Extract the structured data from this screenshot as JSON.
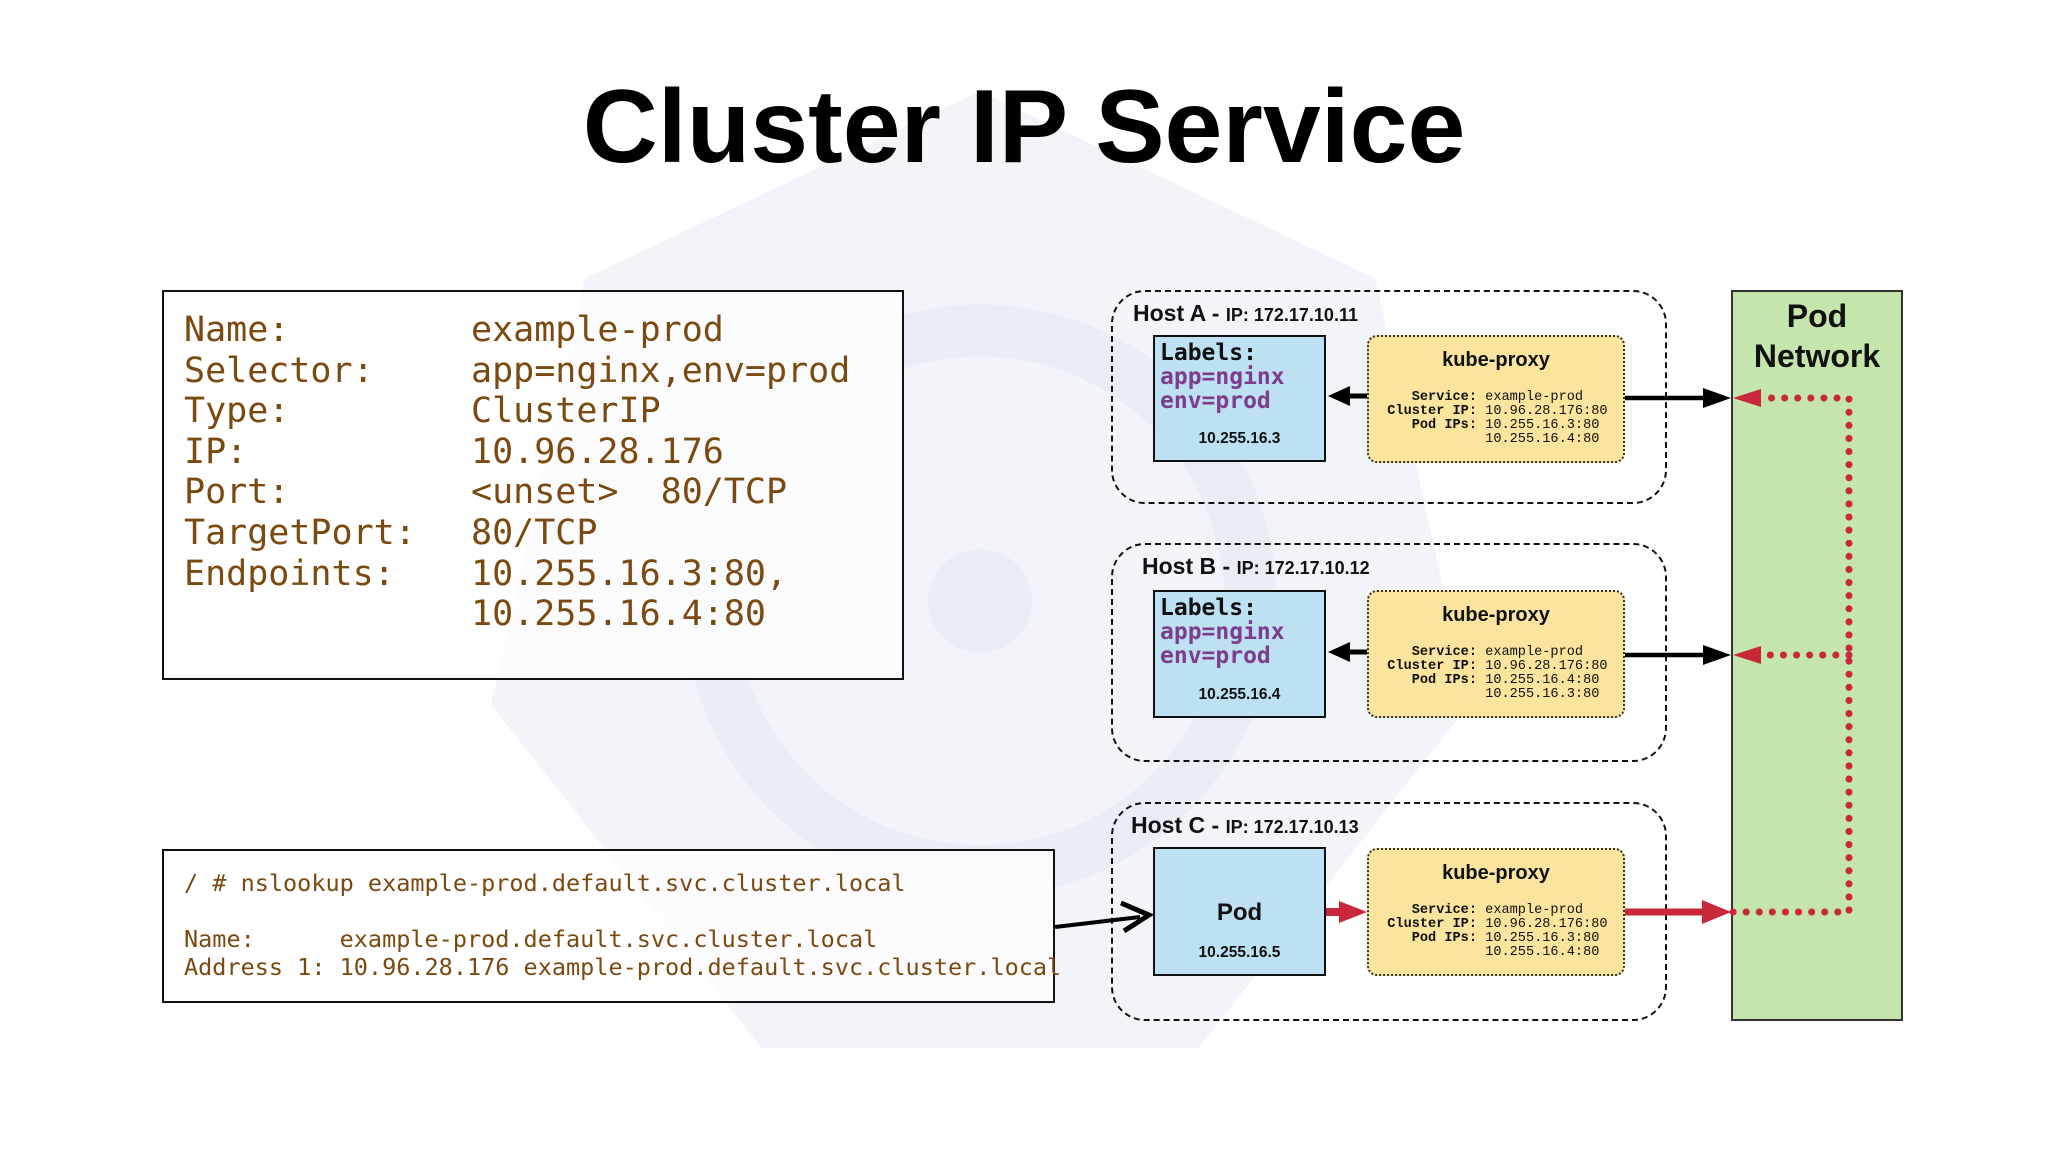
{
  "title": "Cluster IP Service",
  "service_describe": {
    "rows": [
      {
        "key": "Name:",
        "value": "example-prod"
      },
      {
        "key": "Selector:",
        "value": "app=nginx,env=prod"
      },
      {
        "key": "Type:",
        "value": "ClusterIP"
      },
      {
        "key": "IP:",
        "value": "10.96.28.176"
      },
      {
        "key": "Port:",
        "value": "<unset>  80/TCP"
      },
      {
        "key": "TargetPort:",
        "value": "80/TCP"
      },
      {
        "key": "Endpoints:",
        "value": "10.255.16.3:80,"
      },
      {
        "key": "",
        "value": "10.255.16.4:80"
      }
    ]
  },
  "nslookup": {
    "command": "/ # nslookup example-prod.default.svc.cluster.local",
    "name_line": "Name:      example-prod.default.svc.cluster.local",
    "address_line": "Address 1: 10.96.28.176 example-prod.default.svc.cluster.local"
  },
  "hosts": [
    {
      "name": "Host A",
      "sep": " - ",
      "ip_label": "IP: 172.17.10.11",
      "pod": {
        "labels_title": "Labels:",
        "label1": "app=nginx",
        "label2": "env=prod",
        "ip": "10.255.16.3"
      },
      "proxy": {
        "title": "kube-proxy",
        "service_key": "Service:",
        "service_val": "example-prod",
        "cluster_key": "Cluster IP:",
        "cluster_val": "10.96.28.176:80",
        "podips_key": "Pod IPs:",
        "podip1": "10.255.16.3:80",
        "podip2": "10.255.16.4:80"
      }
    },
    {
      "name": "Host B",
      "sep": " - ",
      "ip_label": "IP: 172.17.10.12",
      "pod": {
        "labels_title": "Labels:",
        "label1": "app=nginx",
        "label2": "env=prod",
        "ip": "10.255.16.4"
      },
      "proxy": {
        "title": "kube-proxy",
        "service_key": "Service:",
        "service_val": "example-prod",
        "cluster_key": "Cluster IP:",
        "cluster_val": "10.96.28.176:80",
        "podips_key": "Pod IPs:",
        "podip1": "10.255.16.4:80",
        "podip2": "10.255.16.3:80"
      }
    },
    {
      "name": "Host C",
      "sep": " - ",
      "ip_label": "IP: 172.17.10.13",
      "pod": {
        "name": "Pod",
        "ip": "10.255.16.5"
      },
      "proxy": {
        "title": "kube-proxy",
        "service_key": "Service:",
        "service_val": "example-prod",
        "cluster_key": "Cluster IP:",
        "cluster_val": "10.96.28.176:80",
        "podips_key": "Pod IPs:",
        "podip1": "10.255.16.3:80",
        "podip2": "10.255.16.4:80"
      }
    }
  ],
  "pod_network": {
    "line1": "Pod",
    "line2": "Network"
  },
  "colors": {
    "text_brown": "#7a4a10",
    "label_purple": "#7b3d8c",
    "pod_blue": "#bde0f3",
    "proxy_yellow": "#fbe49e",
    "network_green": "#c4e6ac",
    "traffic_red": "#c8283a",
    "watermark": "#eef0f8"
  }
}
